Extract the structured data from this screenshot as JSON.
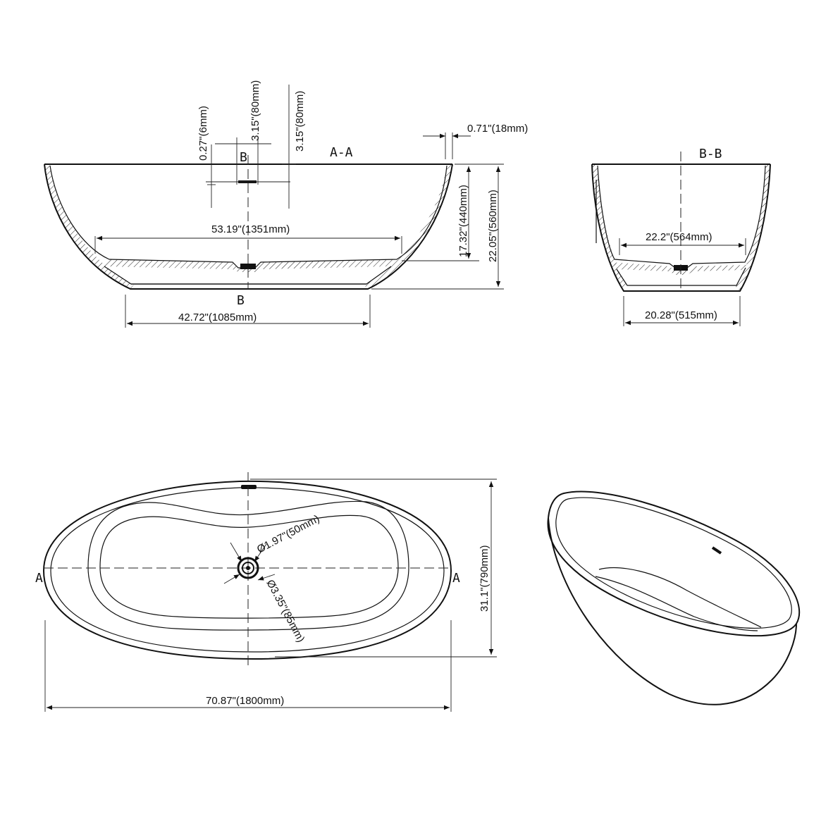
{
  "sections": {
    "aa": "A-A",
    "bb": "B-B",
    "b_top": "B",
    "b_bottom": "B",
    "a_left": "A",
    "a_right": "A"
  },
  "dimensions": {
    "overflow_gap": "0.27\"(6mm)",
    "overflow_width": "3.15\"(80mm)",
    "overflow_height": "3.15\"(80mm)",
    "rim_thickness": "0.71\"(18mm)",
    "inner_length": "53.19\"(1351mm)",
    "inner_depth": "17.32\"(440mm)",
    "total_height": "22.05\"(560mm)",
    "base_length": "42.72\"(1085mm)",
    "inner_width": "22.2\"(564mm)",
    "base_width": "20.28\"(515mm)",
    "drain_inner": "Ø1.97\"(50mm)",
    "drain_outer": "Ø3.35\"(85mm)",
    "total_width": "31.1\"(790mm)",
    "total_length": "70.87\"(1800mm)"
  },
  "colors": {
    "line": "#111111",
    "background": "#ffffff"
  }
}
